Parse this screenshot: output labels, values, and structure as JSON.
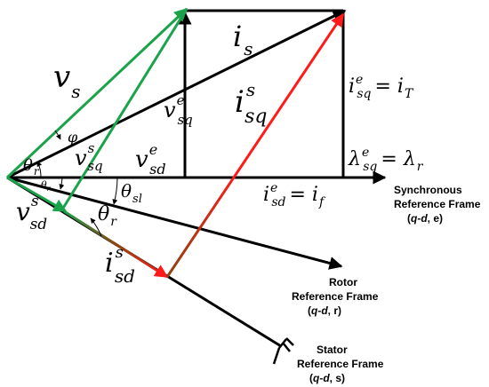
{
  "vectors": {
    "is_main": "i",
    "is_sub": "s",
    "vs_main": "v",
    "vs_sub": "s",
    "vsq_s_main": "v",
    "vsq_s_sup": "s",
    "vsq_s_sub": "sq",
    "vsq_e_main": "v",
    "vsq_e_sup": "e",
    "vsq_e_sub": "sq",
    "vsd_e_main": "v",
    "vsd_e_sup": "e",
    "vsd_e_sub": "sd",
    "vsd_s_main": "v",
    "vsd_s_sup": "s",
    "vsd_s_sub": "sd",
    "isq_s_main": "i",
    "isq_s_sup": "s",
    "isq_s_sub": "sq",
    "isd_s_main": "i",
    "isd_s_sup": "s",
    "isd_s_sub": "sd"
  },
  "equations": {
    "isq_lhs_main": "i",
    "isq_lhs_sup": "e",
    "isq_lhs_sub": "sq",
    "isq_rhs_main": "= i",
    "isq_rhs_sub": "T",
    "lam_lhs_main": "λ",
    "lam_lhs_sup": "e",
    "lam_lhs_sub": "sq",
    "lam_rhs_main": "= λ",
    "lam_rhs_sub": "r",
    "isd_lhs_main": "i",
    "isd_lhs_sup": "e",
    "isd_lhs_sub": "sd",
    "isd_rhs_main": "= i",
    "isd_rhs_sub": "f"
  },
  "angles": {
    "phi": "φ",
    "theta_r_main": "θ",
    "theta_r_sub": "r",
    "theta_small_main": "θ",
    "theta_small_sub": "r",
    "theta_sl_main": "θ",
    "theta_sl_sub": "sl",
    "theta_r2_main": "θ",
    "theta_r2_sub": "r"
  },
  "frames": {
    "sync_line1": "Synchronous",
    "sync_line2": "Reference Frame",
    "sync_qd": "q-d",
    "sync_tail": ", e)",
    "rotor_line1": "Rotor",
    "rotor_line2": "Reference Frame",
    "rotor_qd": "q-d",
    "rotor_tail": ", r)",
    "stator_line1": "Stator",
    "stator_line2": "Reference Frame",
    "stator_qd": "q-d",
    "stator_tail": ", s)",
    "open_paren": "("
  },
  "colors": {
    "black": "#000000",
    "green": "#1aa34a",
    "red": "#ff1a1a",
    "brown": "#8b4513"
  }
}
